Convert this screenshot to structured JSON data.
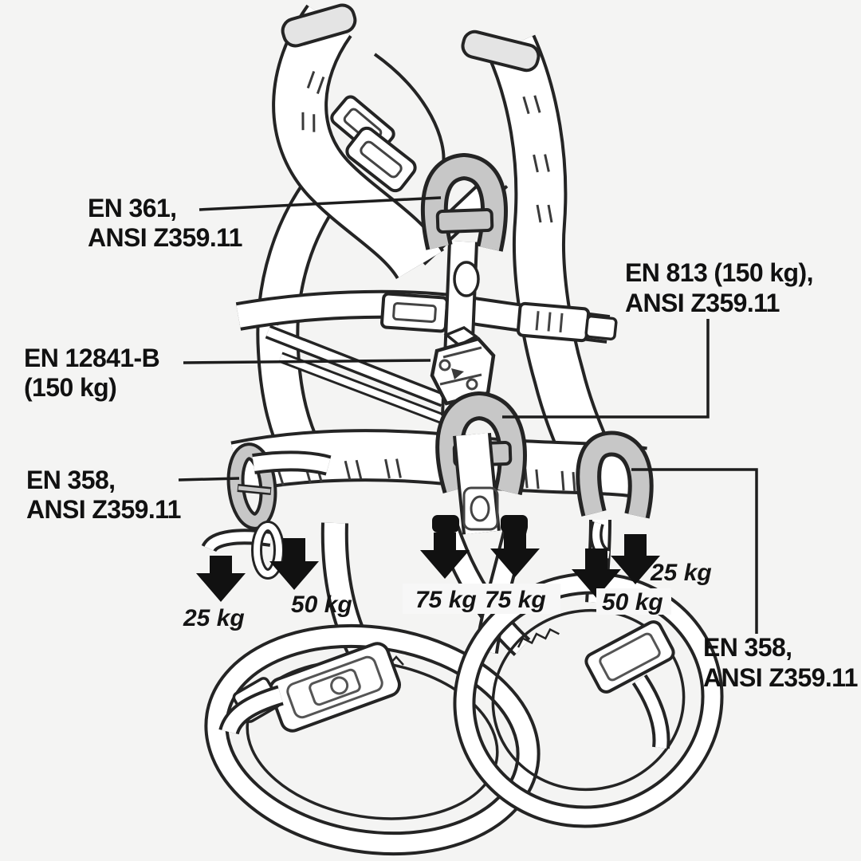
{
  "title": "Fall-protection harness attachment points diagram",
  "colors": {
    "background": "#f4f4f3",
    "line": "#242424",
    "d_ring_gray": "#c7c7c7",
    "arrow_black": "#111111"
  },
  "callouts": [
    {
      "id": "en361",
      "target": "sternal-attachment",
      "line1": "EN 361,",
      "line2": "ANSI Z359.11"
    },
    {
      "id": "en813",
      "target": "ventral-attachment",
      "line1": "EN 813 (150 kg),",
      "line2": "ANSI Z359.11"
    },
    {
      "id": "en12841b",
      "target": "chest-rope-clamp",
      "line1": "EN 12841-B",
      "line2": "(150 kg)"
    },
    {
      "id": "en358-left",
      "target": "side-attachment-left",
      "line1": "EN 358,",
      "line2": "ANSI Z359.11"
    },
    {
      "id": "en358-right",
      "target": "side-attachment-right",
      "line1": "EN 358,",
      "line2": "ANSI Z359.11"
    }
  ],
  "load_ratings": [
    "25 kg",
    "50 kg",
    "75 kg",
    "75 kg",
    "50 kg",
    "25 kg"
  ]
}
